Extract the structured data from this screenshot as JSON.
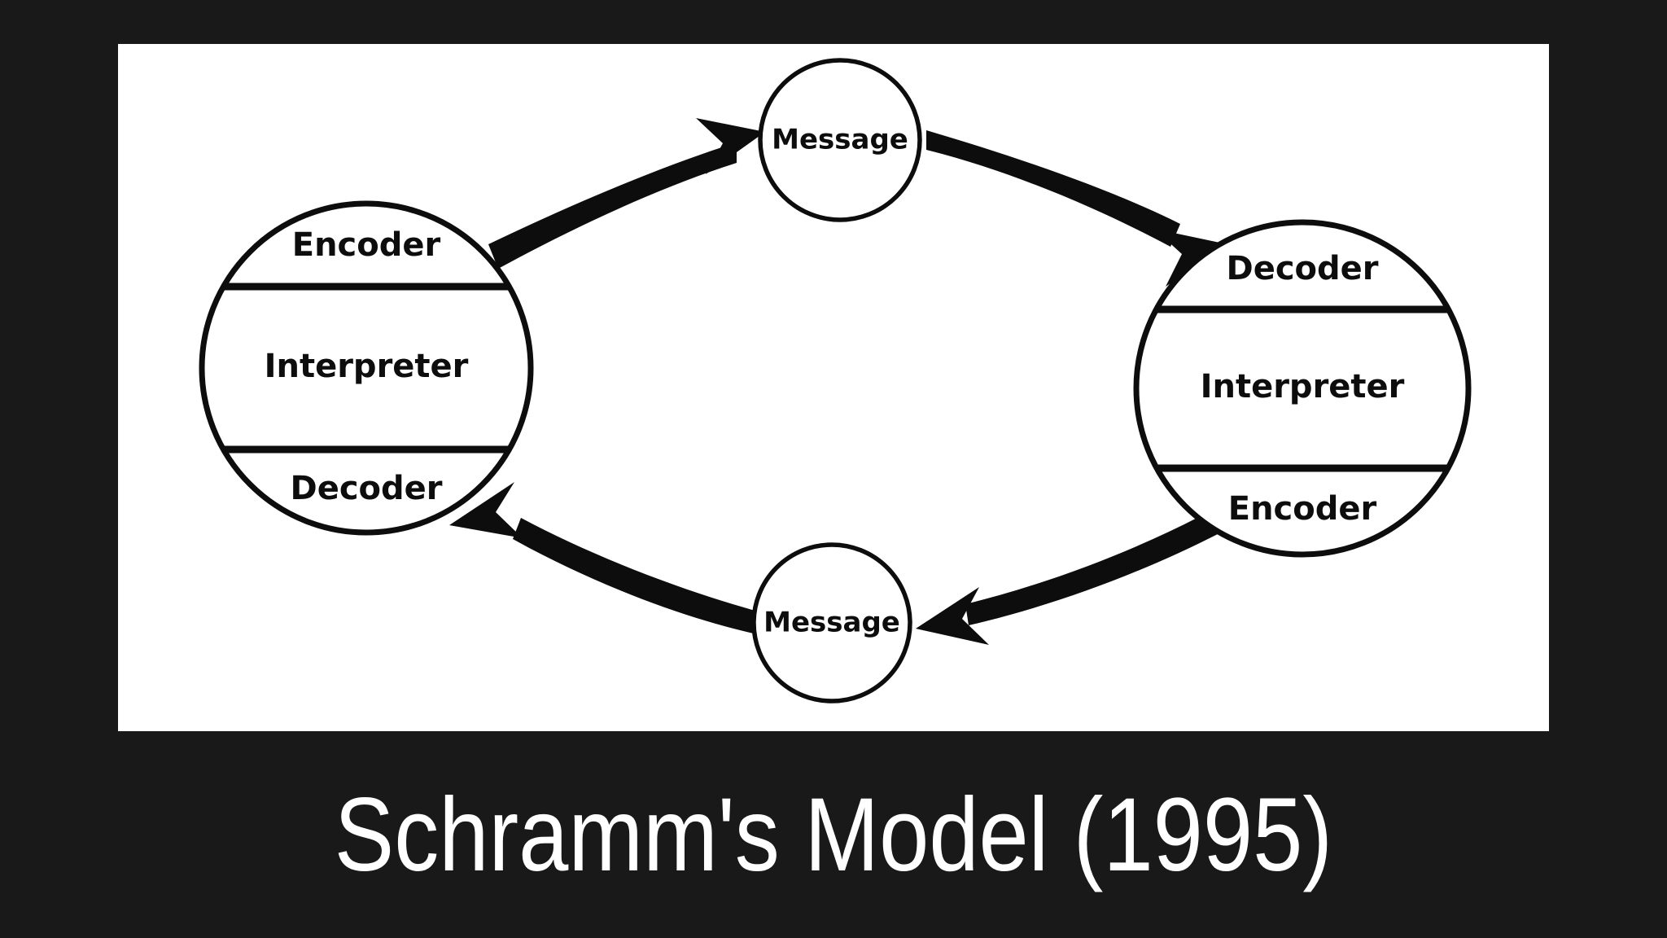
{
  "slide": {
    "title": "Schramm's Model (1995)",
    "background_color": "#191919",
    "panel_color": "#ffffff",
    "ink_color": "#0d0d0d",
    "title_color": "#ffffff"
  },
  "diagram": {
    "type": "cyclic-communication-model",
    "nodes": [
      {
        "id": "left-party",
        "kind": "party",
        "segments": [
          "Encoder",
          "Interpreter",
          "Decoder"
        ]
      },
      {
        "id": "top-message",
        "kind": "message",
        "label": "Message"
      },
      {
        "id": "right-party",
        "kind": "party",
        "segments": [
          "Decoder",
          "Interpreter",
          "Encoder"
        ]
      },
      {
        "id": "bottom-message",
        "kind": "message",
        "label": "Message"
      }
    ],
    "arrows": [
      {
        "id": "arrow-left-to-top",
        "from": "left-party",
        "to": "top-message",
        "direction": "right-up"
      },
      {
        "id": "arrow-top-to-right",
        "from": "top-message",
        "to": "right-party",
        "direction": "right-down"
      },
      {
        "id": "arrow-right-to-bottom",
        "from": "right-party",
        "to": "bottom-message",
        "direction": "left-down"
      },
      {
        "id": "arrow-bottom-to-left",
        "from": "bottom-message",
        "to": "left-party",
        "direction": "left-up"
      }
    ]
  }
}
